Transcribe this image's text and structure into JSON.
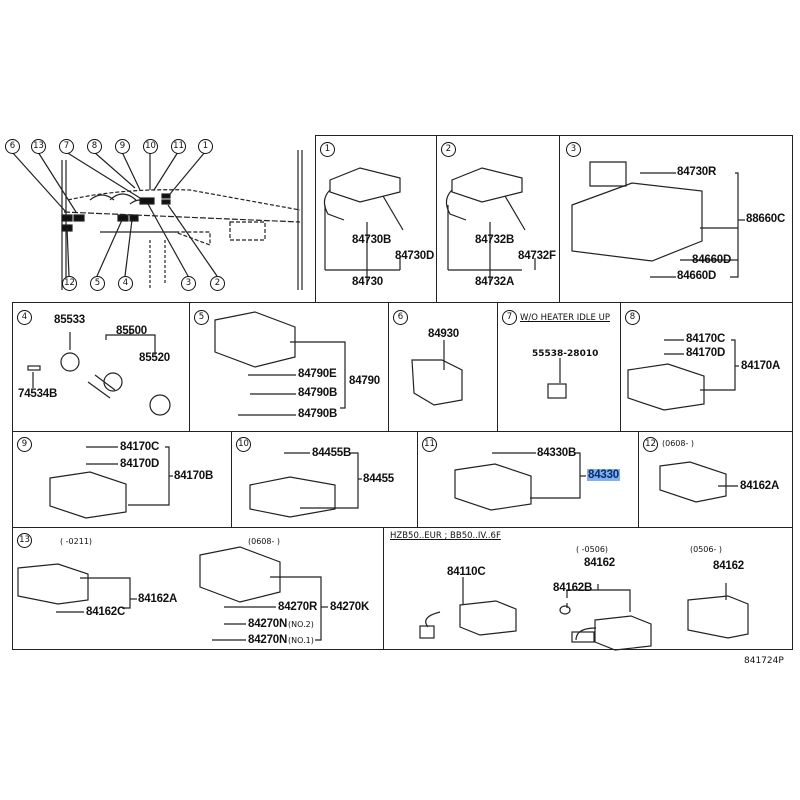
{
  "diagram": {
    "drawing_code": "841724P",
    "overview": {
      "callouts_top": [
        "6",
        "13",
        "7",
        "8",
        "9",
        "10",
        "11",
        "1"
      ],
      "callouts_bottom": [
        "12",
        "5",
        "4",
        "3",
        "2"
      ]
    },
    "panels": [
      {
        "id": "1",
        "parts": [
          "84730B",
          "84730D",
          "84730"
        ]
      },
      {
        "id": "2",
        "parts": [
          "84732B",
          "84732F",
          "84732A"
        ]
      },
      {
        "id": "3",
        "parts": [
          "84730R",
          "88660C",
          "84660D",
          "84660D"
        ]
      },
      {
        "id": "4",
        "parts": [
          "85533",
          "85500",
          "85520",
          "74534B"
        ]
      },
      {
        "id": "5",
        "parts": [
          "84790E",
          "84790B",
          "84790B",
          "84790"
        ]
      },
      {
        "id": "6",
        "parts": [
          "84930"
        ]
      },
      {
        "id": "7",
        "note": "W/O HEATER IDLE UP",
        "parts": [
          "55538-28010"
        ]
      },
      {
        "id": "8",
        "parts": [
          "84170C",
          "84170D",
          "84170A"
        ]
      },
      {
        "id": "9",
        "parts": [
          "84170C",
          "84170D",
          "84170B"
        ]
      },
      {
        "id": "10",
        "parts": [
          "84455B",
          "84455"
        ]
      },
      {
        "id": "11",
        "parts": [
          "84330B",
          "84330"
        ],
        "highlighted": "84330",
        "highlight_color": "#7fb0f0"
      },
      {
        "id": "12",
        "range": "(0608-      )",
        "parts": [
          "84162A"
        ]
      },
      {
        "id": "13",
        "range_left": "(      -0211)",
        "range_right": "(0608-      )",
        "parts": [
          "84162A",
          "84162C",
          "84270R",
          "84270K",
          "84270N",
          "84270N"
        ],
        "suffix_no2": "(NO.2)",
        "suffix_no1": "(NO.1)"
      },
      {
        "id": "14",
        "note": "HZB50..EUR ; BB50..IV..6F",
        "range_mid": "(      -0506)",
        "range_right": "(0506-      )",
        "parts": [
          "84110C",
          "84162",
          "84162B",
          "84162"
        ]
      }
    ]
  }
}
